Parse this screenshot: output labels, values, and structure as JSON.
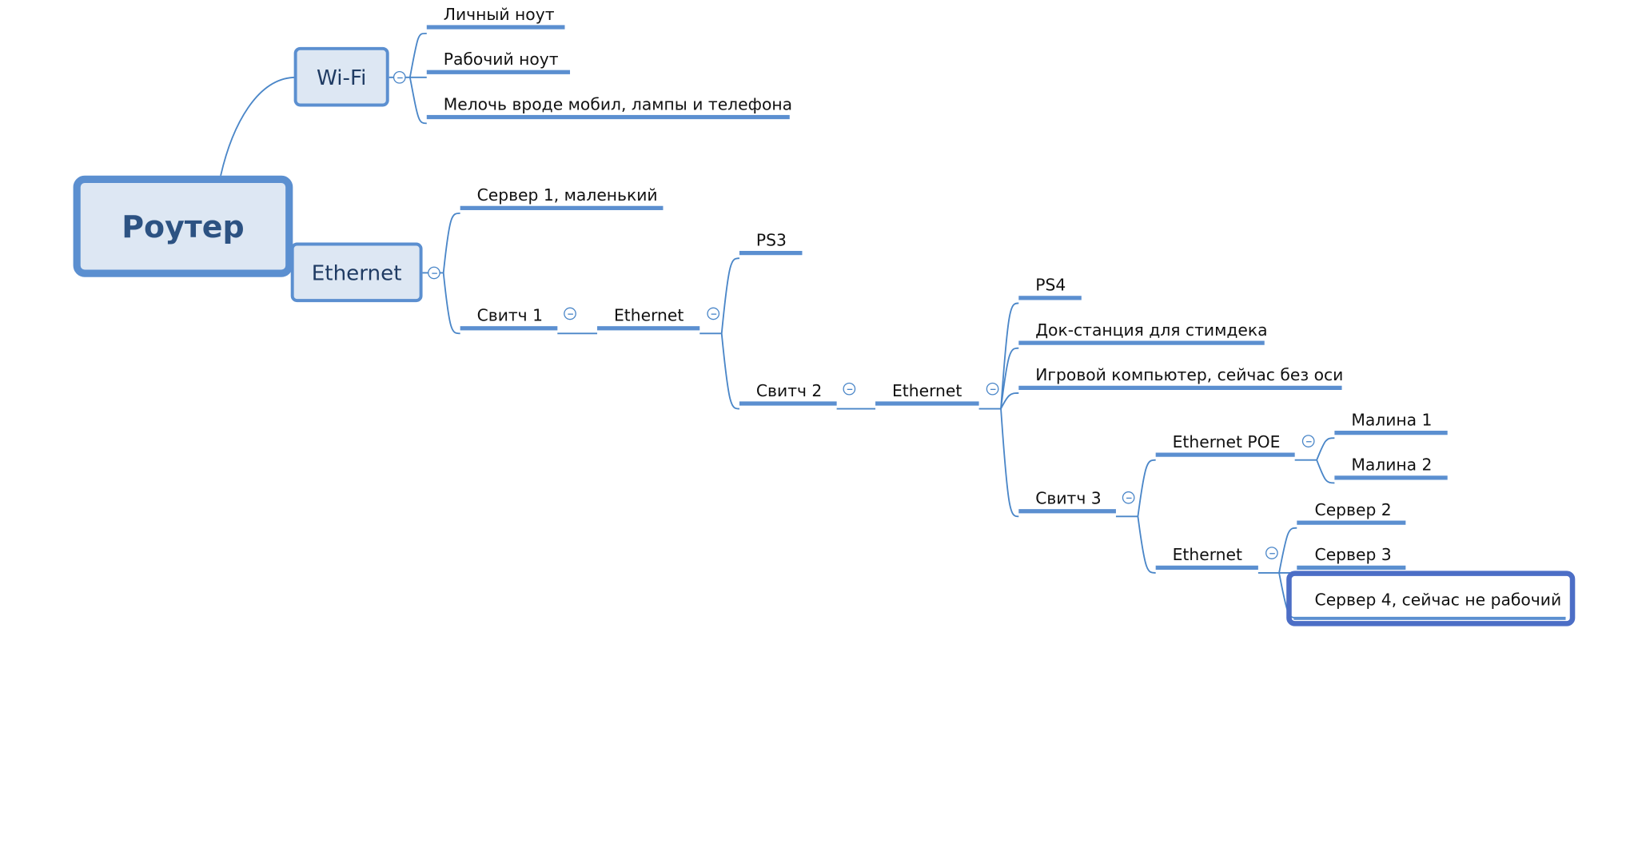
{
  "root": {
    "label": "Роутер"
  },
  "wifi": {
    "label": "Wi-Fi",
    "children": [
      "Личный ноут",
      "Рабочий ноут",
      "Мелочь вроде мобил, лампы и телефона"
    ]
  },
  "ethernet": {
    "label": "Ethernet",
    "children": {
      "server1": "Сервер 1, маленький",
      "switch1": {
        "label": "Свитч 1",
        "port": {
          "label": "Ethernet",
          "children": {
            "ps3": "PS3",
            "switch2": {
              "label": "Свитч 2",
              "port": {
                "label": "Ethernet",
                "children": {
                  "ps4": "PS4",
                  "dock": "Док-станция для стимдека",
                  "gaming_pc": "Игровой компьютер, сейчас без оси",
                  "switch3": {
                    "label": "Свитч 3",
                    "poe": {
                      "label": "Ethernet POE",
                      "children": [
                        "Малина 1",
                        "Малина 2"
                      ]
                    },
                    "port": {
                      "label": "Ethernet",
                      "children": [
                        "Сервер 2",
                        "Сервер 3",
                        "Сервер 4, сейчас не рабочий"
                      ]
                    }
                  }
                }
              }
            }
          }
        }
      }
    }
  }
}
